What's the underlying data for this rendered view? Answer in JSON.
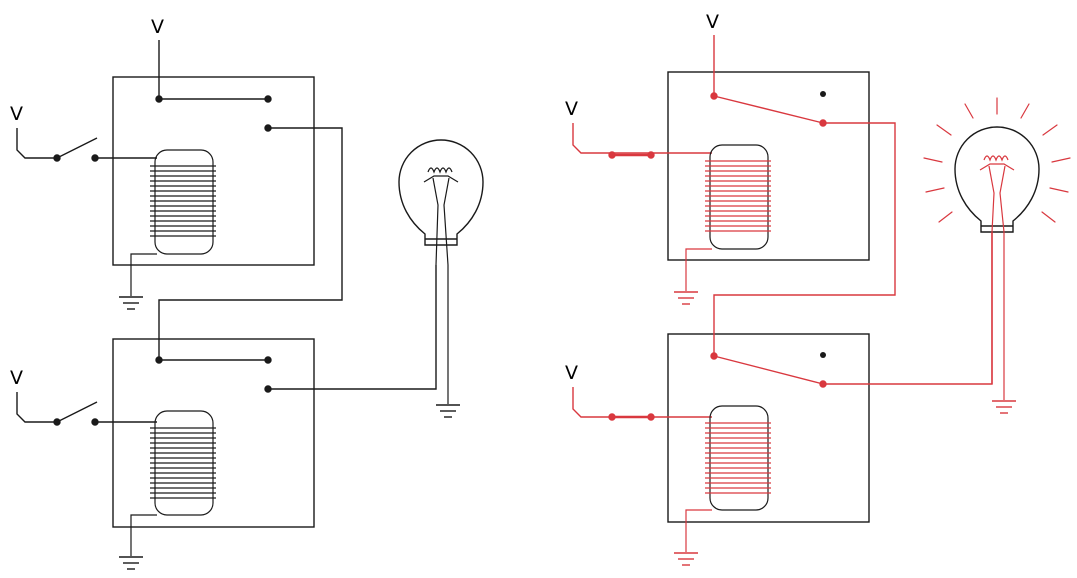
{
  "diagram": {
    "off": {
      "color": "#1a1a1a",
      "voltage_labels": [
        "V",
        "V",
        "V"
      ],
      "relays": [
        "relay-1",
        "relay-2"
      ],
      "lamp": "unlit"
    },
    "on": {
      "color": "#d9383f",
      "voltage_labels": [
        "V",
        "V",
        "V"
      ],
      "relays": [
        "relay-1",
        "relay-2"
      ],
      "lamp": "lit"
    }
  }
}
